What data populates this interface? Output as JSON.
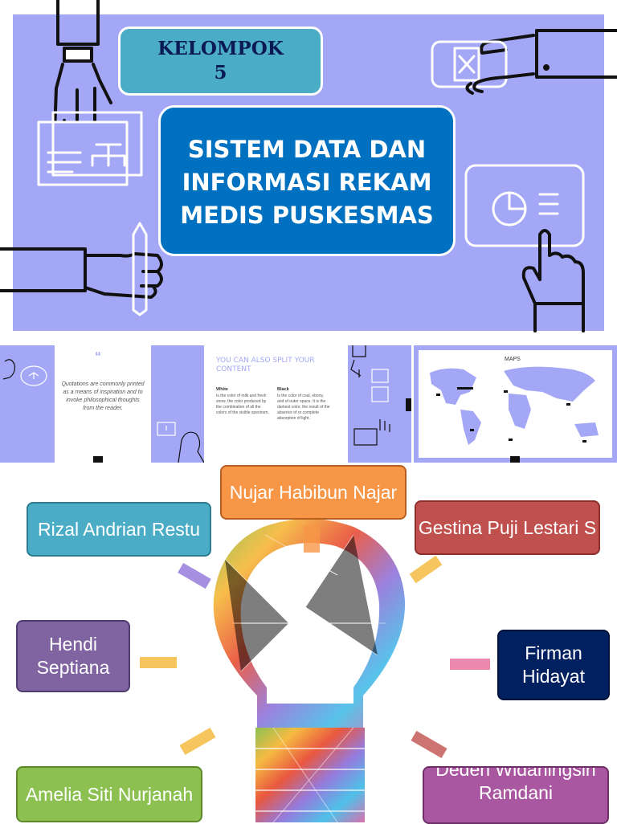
{
  "slide1": {
    "group_line1": "KELOMPOK",
    "group_line2": "5",
    "title_line1": "SISTEM DATA DAN",
    "title_line2": "INFORMASI REKAM",
    "title_line3": "MEDIS PUSKESMAS",
    "colors": {
      "panel": "#a3a7f6",
      "group_box": "#4bacc6",
      "title_box": "#0070c0"
    }
  },
  "thumbnails": {
    "quote": {
      "mark": "“",
      "text": "Quotations are commonly printed as a means of inspiration and to invoke philosophical thoughts from the reader."
    },
    "split": {
      "title": "YOU CAN ALSO SPLIT YOUR CONTENT",
      "col1_heading": "White",
      "col1_text": "Is the color of milk and fresh snow, the color produced by the combination of all the colors of the visible spectrum.",
      "col2_heading": "Black",
      "col2_text": "Is the color of coal, ebony, and of outer space. It is the darkest color, the result of the absence of or complete absorption of light."
    },
    "maps": {
      "label": "MAPS"
    }
  },
  "members": {
    "nujar": "Nujar Habibun Najar",
    "rizal": "Rizal Andrian Restu",
    "gestina": "Gestina Puji Lestari S",
    "hendi": "Hendi Septiana",
    "firman": "Firman Hidayat",
    "amelia": "Amelia Siti Nurjanah",
    "deden": "Deden Widaningsih Ramdani"
  },
  "icons": [
    "hand-watch-icon",
    "document-diagram-icon",
    "hand-phone-icon",
    "tablet-chart-icon",
    "hand-pencil-icon",
    "hand-pointing-icon",
    "lightbulb-icon"
  ]
}
